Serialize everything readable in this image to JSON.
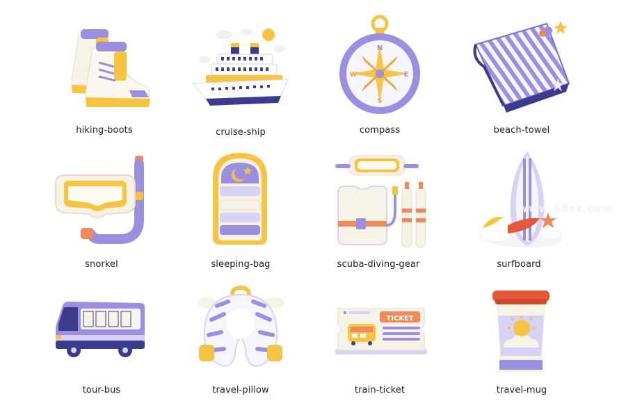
{
  "colors": {
    "purple": "#9b8fe0",
    "light_purple": "#d8d2f7",
    "cream": "#f7f2e6",
    "yellow": "#f6c443",
    "orange": "#f08a5d",
    "red": "#e35a3a",
    "navy": "#3d3b8e"
  },
  "icons": [
    {
      "label": "hiking-boots",
      "icon": "hiking-boots-icon"
    },
    {
      "label": "cruise-ship",
      "icon": "cruise-ship-icon"
    },
    {
      "label": "compass",
      "icon": "compass-icon"
    },
    {
      "label": "beach-towel",
      "icon": "beach-towel-icon"
    },
    {
      "label": "snorkel",
      "icon": "snorkel-icon"
    },
    {
      "label": "sleeping-bag",
      "icon": "sleeping-bag-icon"
    },
    {
      "label": "scuba-diving-gear",
      "icon": "scuba-diving-gear-icon"
    },
    {
      "label": "surfboard",
      "icon": "surfboard-icon"
    },
    {
      "label": "tour-bus",
      "icon": "tour-bus-icon"
    },
    {
      "label": "travel-pillow",
      "icon": "travel-pillow-icon"
    },
    {
      "label": "train-ticket",
      "icon": "train-ticket-icon"
    },
    {
      "label": "travel-mug",
      "icon": "travel-mug-icon"
    }
  ],
  "ticket_text": "TICKET",
  "compass_letters": {
    "n": "N",
    "e": "E",
    "s": "S",
    "w": "W"
  },
  "watermark": "www.25xt.com"
}
